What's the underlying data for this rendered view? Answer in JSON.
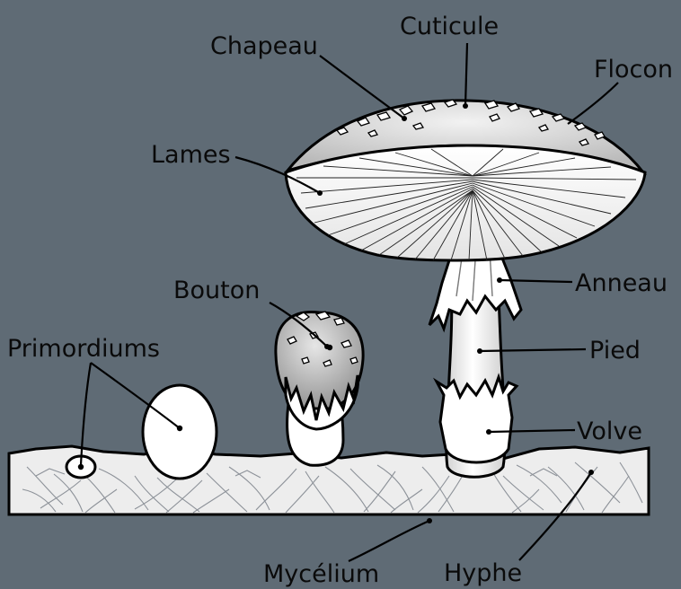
{
  "diagram": {
    "labels": {
      "cuticule": "Cuticule",
      "chapeau": "Chapeau",
      "flocon": "Flocon",
      "lames": "Lames",
      "anneau": "Anneau",
      "bouton": "Bouton",
      "pied": "Pied",
      "primordiums": "Primordiums",
      "volve": "Volve",
      "mycelium": "Mycélium",
      "hyphe": "Hyphe"
    },
    "colors": {
      "background": "#5f6b75",
      "ground": "#ededed",
      "hyphae": "#8d9299",
      "outline": "#000000"
    }
  }
}
